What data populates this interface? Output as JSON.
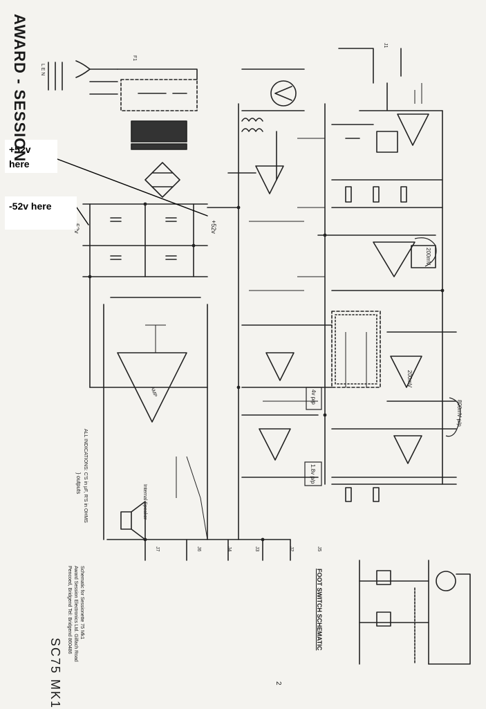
{
  "callouts": {
    "plus52": "+52v here",
    "minus52": "-52v here"
  },
  "title_block": {
    "brand": "AWARD - SESSION",
    "model": "SC75 MK1",
    "footer_line1": "Schematic for Sessionette 75 Mk1",
    "footer_line2": "Award Session Electronics Ltd. Gilfach Road",
    "footer_line3": "Pencoed, Bridgend  Tel: Bridgend 860486"
  },
  "sections": {
    "foot_switch": "FOOT SWITCH SCHEMATIC",
    "notes": "ALL INDICATIONS: C'S in µF, R'S in OHMS",
    "outputs": "}  outputs",
    "page_no": "2"
  },
  "handwritten": {
    "plus52": "+52v",
    "minus52": "-52v",
    "v4": "4v p/p",
    "v18": "1.8v p/p",
    "v200a": "200mV",
    "v200b": "200mV",
    "v800": "800mV p/p"
  },
  "labels": {
    "input_j1": "J1",
    "fuse": "F1",
    "mains": "L E N",
    "speaker": "Internal Speaker",
    "amp": "AMP",
    "j2": "J2",
    "j3": "J3",
    "j4": "J4",
    "j5": "J5",
    "j6": "J6",
    "j7": "J7"
  }
}
